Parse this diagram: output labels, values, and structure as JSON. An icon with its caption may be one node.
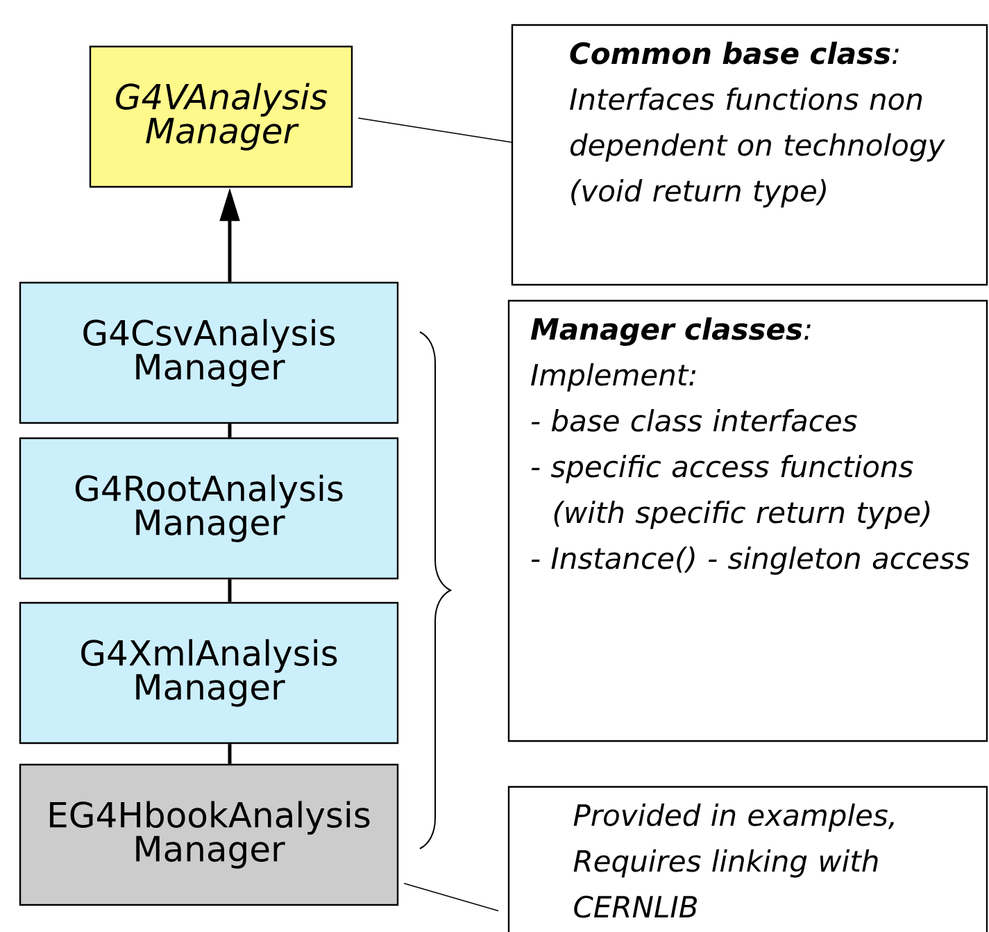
{
  "diagram": {
    "nodes": [
      {
        "text": [
          "G4VAnalysis Manager"
        ]
      },
      {
        "text": [
          "**Common base class**:",
          "Interfaces functions non dependent on technology (void return type)"
        ]
      },
      {
        "text": [
          "G4CsvAnalysis Manager"
        ]
      },
      {
        "text": [
          "G4RootAnalysis Manager"
        ]
      },
      {
        "text": [
          "G4XmlAnalysis Manager"
        ]
      },
      {
        "text": [
          "EG4HbookAnalysis Manager"
        ]
      },
      {
        "text": [
          "**Manager classes**:",
          "Implement:",
          "- base class interfaces",
          "- specific access functions (with specific return type)",
          "- Instance() - singleton access"
        ]
      },
      {
        "text": [
          "Provided in examples, Requires linking with CERNLIB"
        ]
      }
    ],
    "edges": [
      {
        "from": 2,
        "to": 0,
        "arrow": "to"
      },
      {
        "from": 3,
        "to": 2,
        "arrow": "none"
      },
      {
        "from": 4,
        "to": 3,
        "arrow": "none"
      },
      {
        "from": 5,
        "to": 4,
        "arrow": "none"
      },
      {
        "from": 0,
        "to": 1,
        "arrow": "none"
      },
      {
        "from": 5,
        "to": 7,
        "arrow": "none"
      }
    ]
  }
}
